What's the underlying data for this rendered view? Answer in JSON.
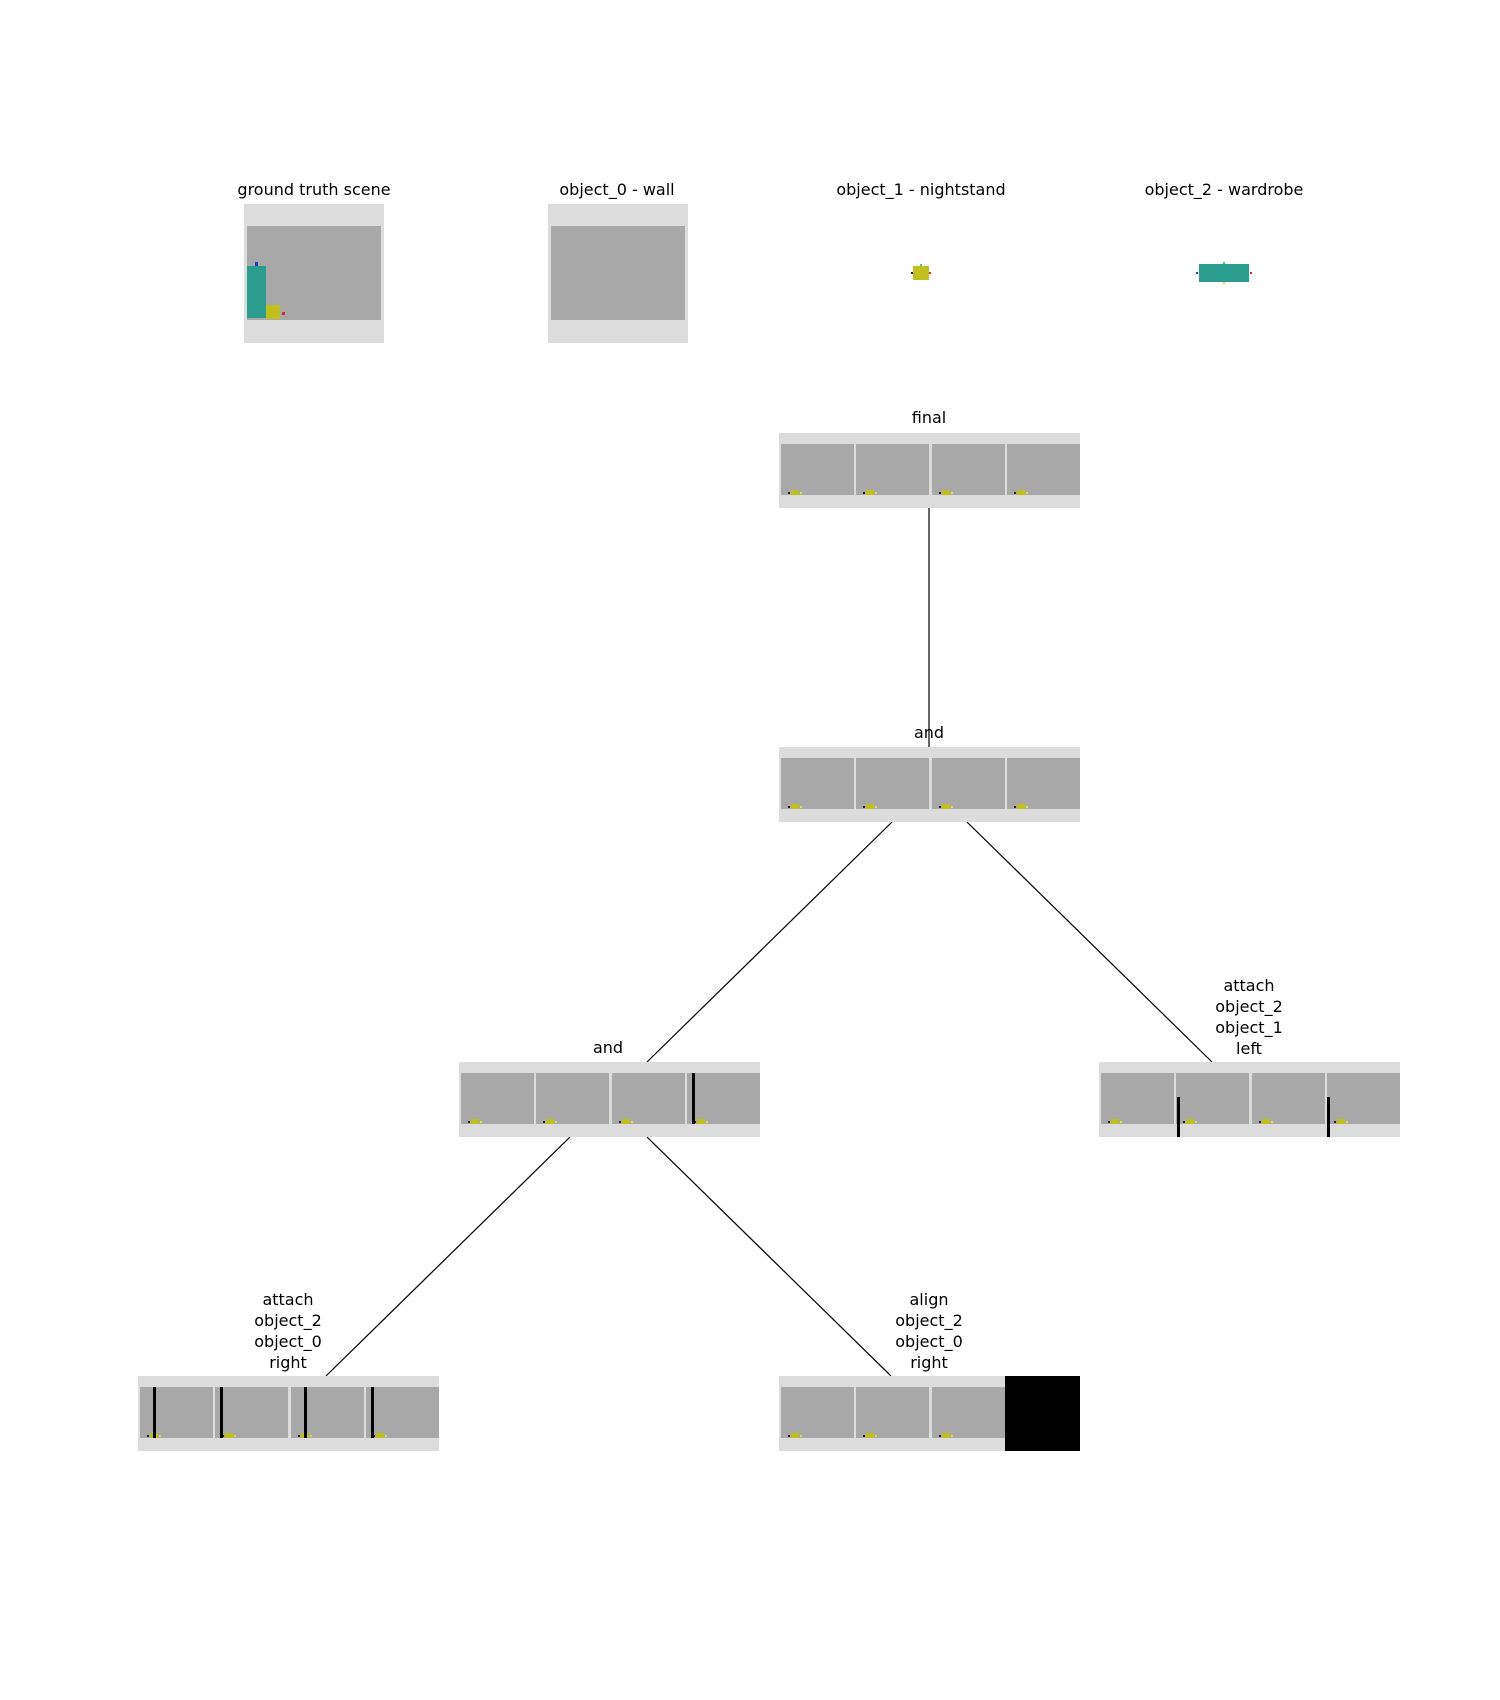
{
  "top_row": {
    "ground_truth": "ground truth scene",
    "object_0": "object_0 - wall",
    "object_1": "object_1 - nightstand",
    "object_2": "object_2 - wardrobe"
  },
  "nodes": {
    "final": {
      "title": "final"
    },
    "and_top": {
      "title": "and"
    },
    "and_left": {
      "title": "and"
    },
    "attach_right": {
      "line1": "attach",
      "line2": "object_2",
      "line3": "object_1",
      "line4": "left"
    },
    "attach_bottom": {
      "line1": "attach",
      "line2": "object_2",
      "line3": "object_0",
      "line4": "right"
    },
    "align_bottom": {
      "line1": "align",
      "line2": "object_2",
      "line3": "object_0",
      "line4": "right"
    }
  },
  "colors": {
    "panel_bg": "#dcdcdc",
    "wall": "#a8a8a8",
    "wardrobe": "#2a9d8f",
    "nightstand": "#bfbf1f",
    "invalid": "#000000"
  }
}
